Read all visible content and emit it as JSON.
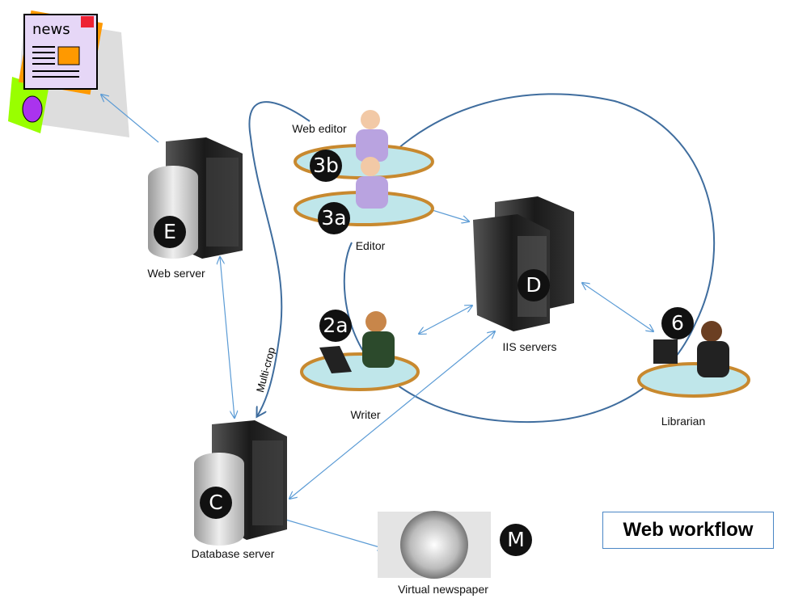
{
  "title": "Web workflow",
  "news_icon_text": "news",
  "nodes": {
    "web_server": {
      "label": "Web server",
      "badge": "E"
    },
    "web_editor": {
      "label": "Web editor",
      "badge": "3b"
    },
    "editor": {
      "label": "Editor",
      "badge": "3a"
    },
    "iis": {
      "label": "IIS servers",
      "badge": "D"
    },
    "writer": {
      "label": "Writer",
      "badge": "2a"
    },
    "librarian": {
      "label": "Librarian",
      "badge": "6"
    },
    "database": {
      "label": "Database server",
      "badge": "C"
    },
    "virtual": {
      "label": "Virtual newspaper",
      "badge": "M"
    }
  },
  "multicrop_label": "Multi-crop",
  "colors": {
    "arrow": "#5b9bd5",
    "curve": "#3f6d9e",
    "border": "#4a86c5"
  }
}
